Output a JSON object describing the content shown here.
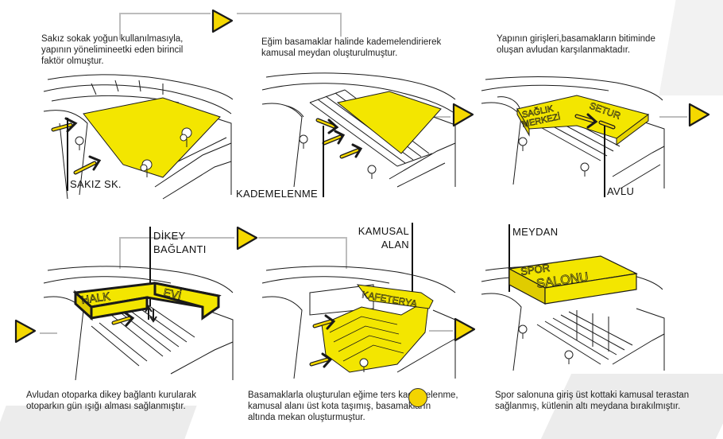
{
  "colors": {
    "accent": "#f3e600",
    "stroke": "#1a1a1a",
    "arrow_fill": "#f5d800"
  },
  "panels": [
    {
      "caption": [
        "Sakız sokak yoğun kullanılmasıyla,",
        "yapının yönelimineetki eden birincil",
        "faktör olmuştur."
      ],
      "label": [
        "SAKIZ SK."
      ]
    },
    {
      "caption": [
        "Eğim basamaklar halinde kademelendirierek",
        "kamusal meydan oluşturulmuştur."
      ],
      "label": [
        "KADEMELENME"
      ]
    },
    {
      "caption": [
        "Yapının girişleri,basamakların bitiminde",
        "oluşan avludan karşılanmaktadır."
      ],
      "label": [
        "AVLU"
      ],
      "box_text": [
        "SAĞLIK",
        "MERKEZİ",
        "SETUR"
      ]
    },
    {
      "caption": [
        "Avludan otoparka dikey bağlantı kurularak",
        "otoparkın gün ışığı alması sağlanmıştır."
      ],
      "label": [
        "DİKEY",
        "BAĞLANTI"
      ],
      "box_text": [
        "HALK",
        "EVİ"
      ]
    },
    {
      "caption": [
        "Basamaklarla oluşturulan eğime ters kademelenme,",
        "kamusal alanı üst kota taşımış, basamakların",
        "altında mekan oluşturmuştur."
      ],
      "label": [
        "KAMUSAL",
        "ALAN"
      ],
      "box_text": [
        "KAFETERYA"
      ]
    },
    {
      "caption": [
        "Spor salonuna giriş üst kottaki kamusal terastan",
        "sağlanmış, kütlenin altı meydana bırakılmıştır."
      ],
      "label": [
        "MEYDAN"
      ],
      "box_text": [
        "SPOR",
        "SALONU"
      ]
    }
  ],
  "icons": [
    "play-arrow-icon",
    "right-arrow-icon",
    "tree-icon"
  ]
}
